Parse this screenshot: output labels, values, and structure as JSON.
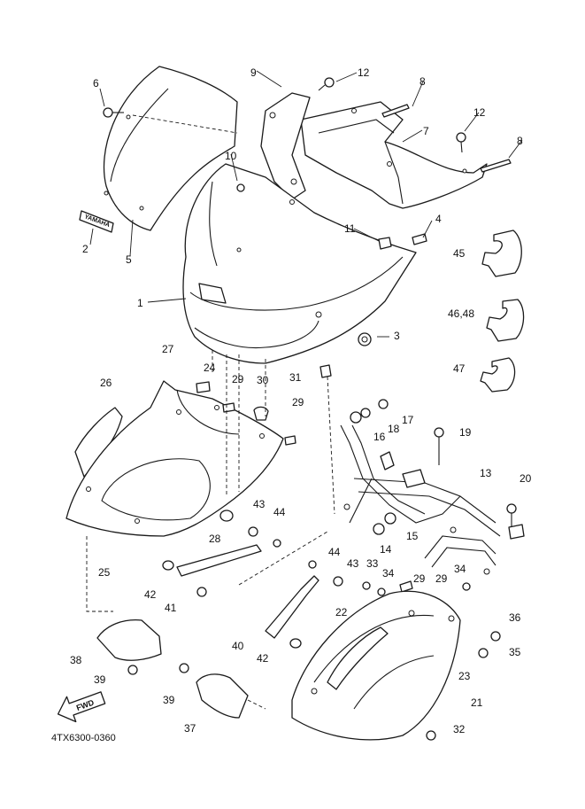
{
  "diagram": {
    "code": "4TX6300-0360",
    "fwd_label": "FWD",
    "windscreen_logo": "YAMAHA",
    "callouts": {
      "c1": "1",
      "c2": "2",
      "c3": "3",
      "c4": "4",
      "c5": "5",
      "c6": "6",
      "c7": "7",
      "c8a": "8",
      "c8b": "8",
      "c9": "9",
      "c10": "10",
      "c11": "11",
      "c12a": "12",
      "c12b": "12",
      "c13": "13",
      "c14": "14",
      "c15": "15",
      "c16": "16",
      "c17": "17",
      "c18": "18",
      "c19": "19",
      "c20": "20",
      "c21": "21",
      "c22": "22",
      "c23": "23",
      "c24": "24",
      "c25": "25",
      "c26": "26",
      "c27": "27",
      "c28": "28",
      "c29a": "29",
      "c29b": "29",
      "c29c": "29",
      "c30": "30",
      "c31": "31",
      "c32": "32",
      "c33": "33",
      "c34a": "34",
      "c34b": "34",
      "c35": "35",
      "c36": "36",
      "c37": "37",
      "c38": "38",
      "c39a": "39",
      "c39b": "39",
      "c40": "40",
      "c41": "41",
      "c42a": "42",
      "c42b": "42",
      "c43a": "43",
      "c43b": "43",
      "c44a": "44",
      "c44b": "44",
      "c45": "45",
      "c4648": "46,48",
      "c47": "47"
    }
  }
}
